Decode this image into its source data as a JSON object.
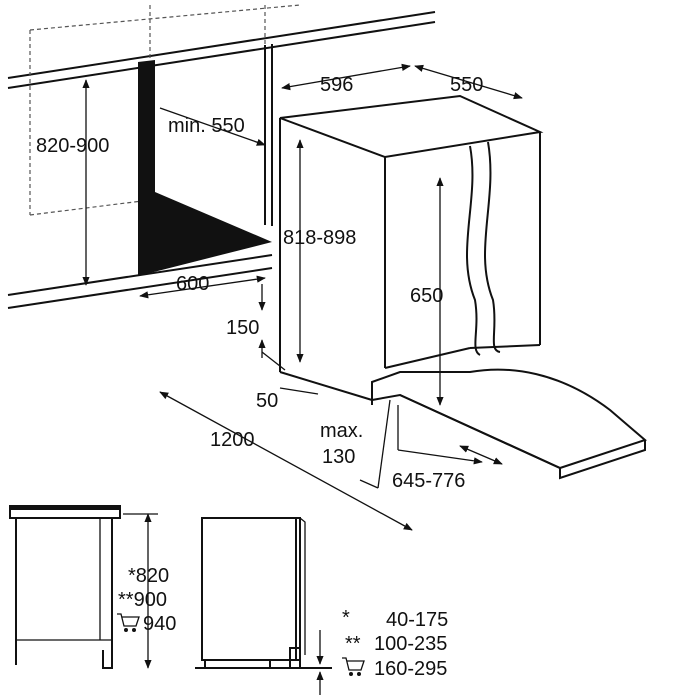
{
  "labels": {
    "width_596": "596",
    "depth_550": "550",
    "niche_height": "820-900",
    "min_550": "min. 550",
    "appliance_height": "818-898",
    "niche_width": "600",
    "door_height": "650",
    "dim_150": "150",
    "dim_50": "50",
    "dim_1200": "1200",
    "max_label": "max.",
    "max_130": "130",
    "dim_645_776": "645-776",
    "h_820": "*820",
    "h_900": "**900",
    "h_940": "940",
    "legend_star1": "*",
    "legend_range1": "40-175",
    "legend_star2": "**",
    "legend_range2": "100-235",
    "legend_range3": "160-295"
  },
  "colors": {
    "line": "#111111",
    "niche_side_fill": "#111111",
    "background": "#ffffff"
  },
  "icons": [
    "shopping-cart-icon",
    "shopping-cart-icon"
  ]
}
